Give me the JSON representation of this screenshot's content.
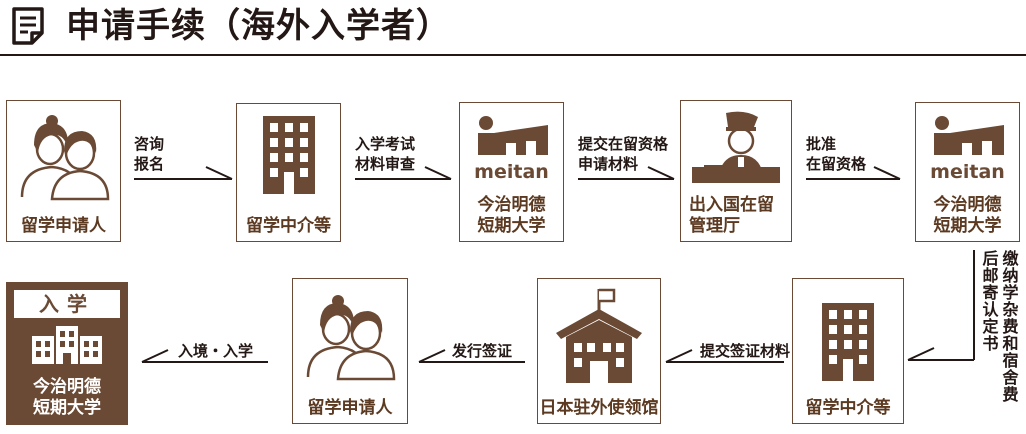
{
  "title": "申请手续（海外入学者）",
  "nodes": {
    "applicant_1": "留学申请人",
    "agency_1": "留学中介等",
    "university_1_logo": "meitan",
    "university_1_l1": "今治明德",
    "university_1_l2": "短期大学",
    "immigration_l1": "出入国在留",
    "immigration_l2": "管理厅",
    "university_2_logo": "meitan",
    "university_2_l1": "今治明德",
    "university_2_l2": "短期大学",
    "agency_2": "留学中介等",
    "embassy": "日本驻外使领馆",
    "applicant_2": "留学申请人",
    "final_banner": "入学",
    "final_l1": "今治明德",
    "final_l2": "短期大学"
  },
  "arrows": {
    "a1_l1": "咨询",
    "a1_l2": "报名",
    "a2_l1": "入学考试",
    "a2_l2": "材料审查",
    "a3_l1": "提交在留资格",
    "a3_l2": "申请材料",
    "a4_l1": "批准",
    "a4_l2": "在留资格",
    "a5_col1": "缴纳学杂费和宿舍费",
    "a5_col2": "后邮寄认定书",
    "a6": "提交签证材料",
    "a7": "发行签证",
    "a8": "入境・入学"
  },
  "colors": {
    "brand": "#6b4a35",
    "text": "#231815"
  },
  "icons": [
    "document-icon",
    "people-icon",
    "building-icon",
    "meitan-logo",
    "officer-icon",
    "school-icon"
  ]
}
